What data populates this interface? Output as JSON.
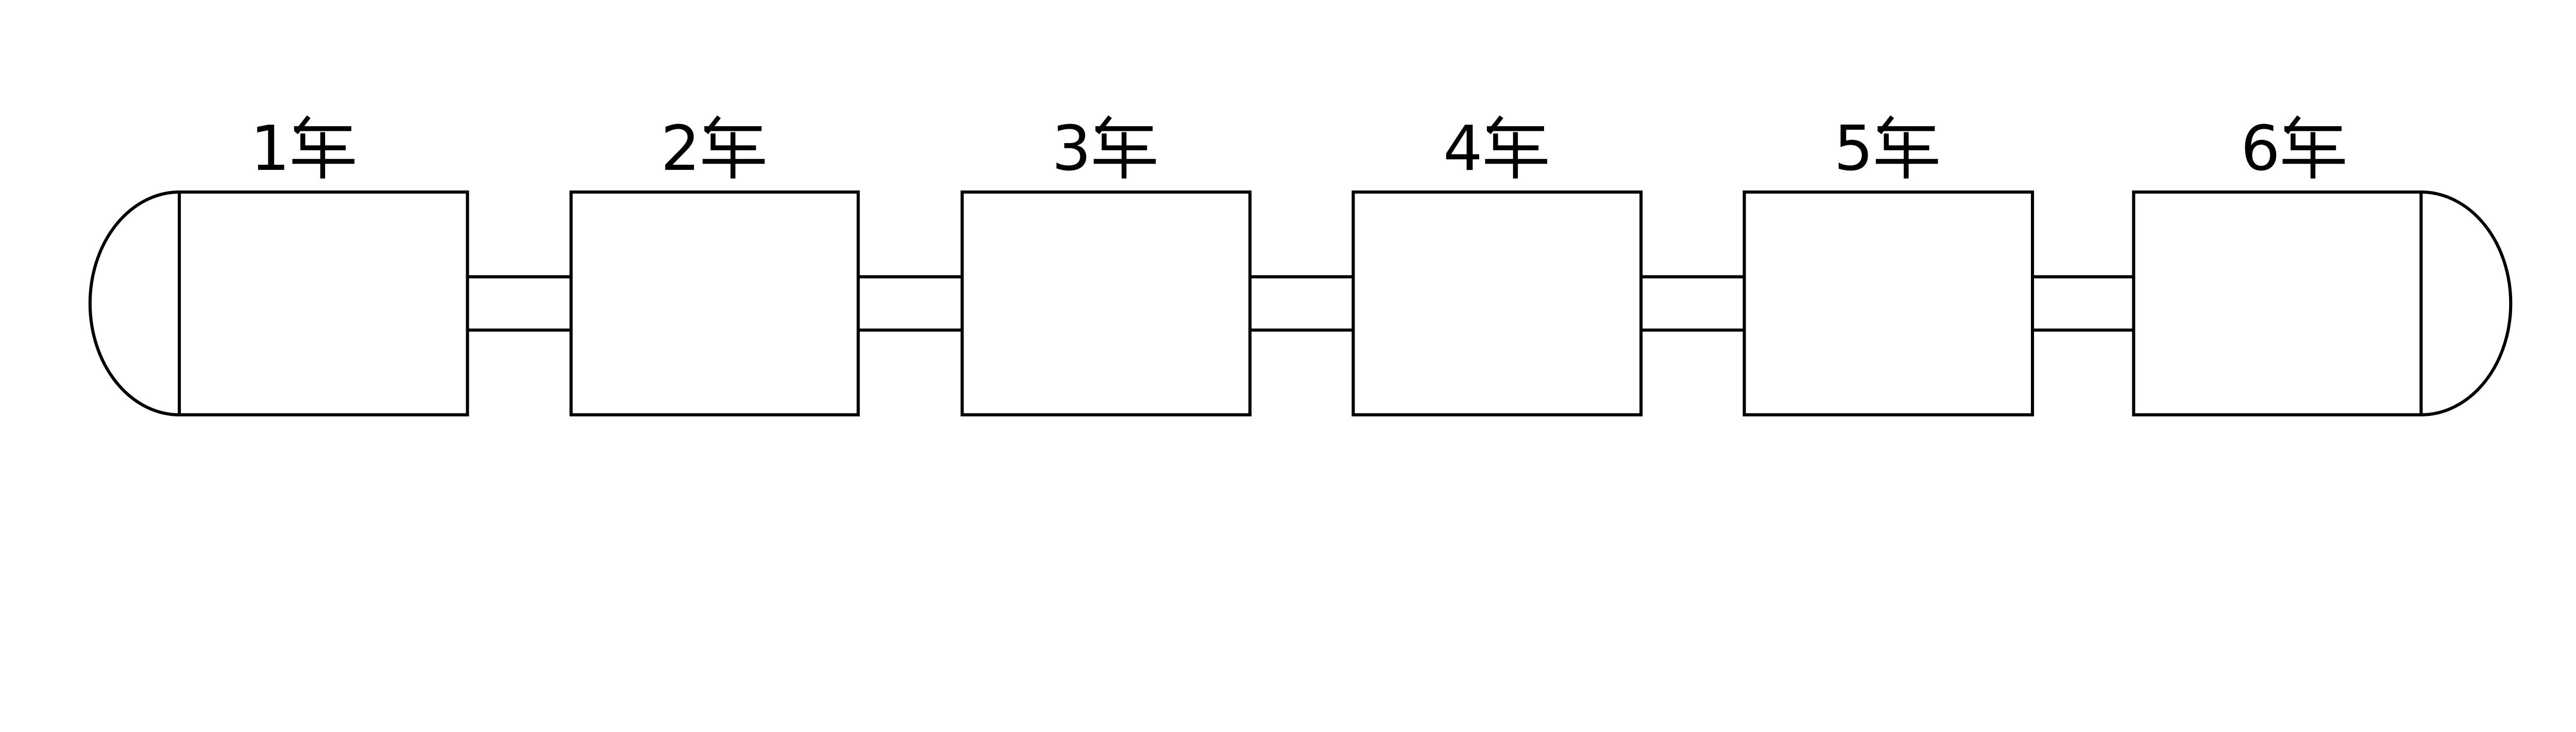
{
  "diagram_title": "",
  "colors": {
    "line": "#000000",
    "background": "#ffffff"
  },
  "cars": [
    {
      "number": "1",
      "suffix": "车",
      "label": "1车"
    },
    {
      "number": "2",
      "suffix": "车",
      "label": "2车"
    },
    {
      "number": "3",
      "suffix": "车",
      "label": "3车"
    },
    {
      "number": "4",
      "suffix": "车",
      "label": "4车"
    },
    {
      "number": "5",
      "suffix": "车",
      "label": "5车"
    },
    {
      "number": "6",
      "suffix": "车",
      "label": "6车"
    }
  ]
}
